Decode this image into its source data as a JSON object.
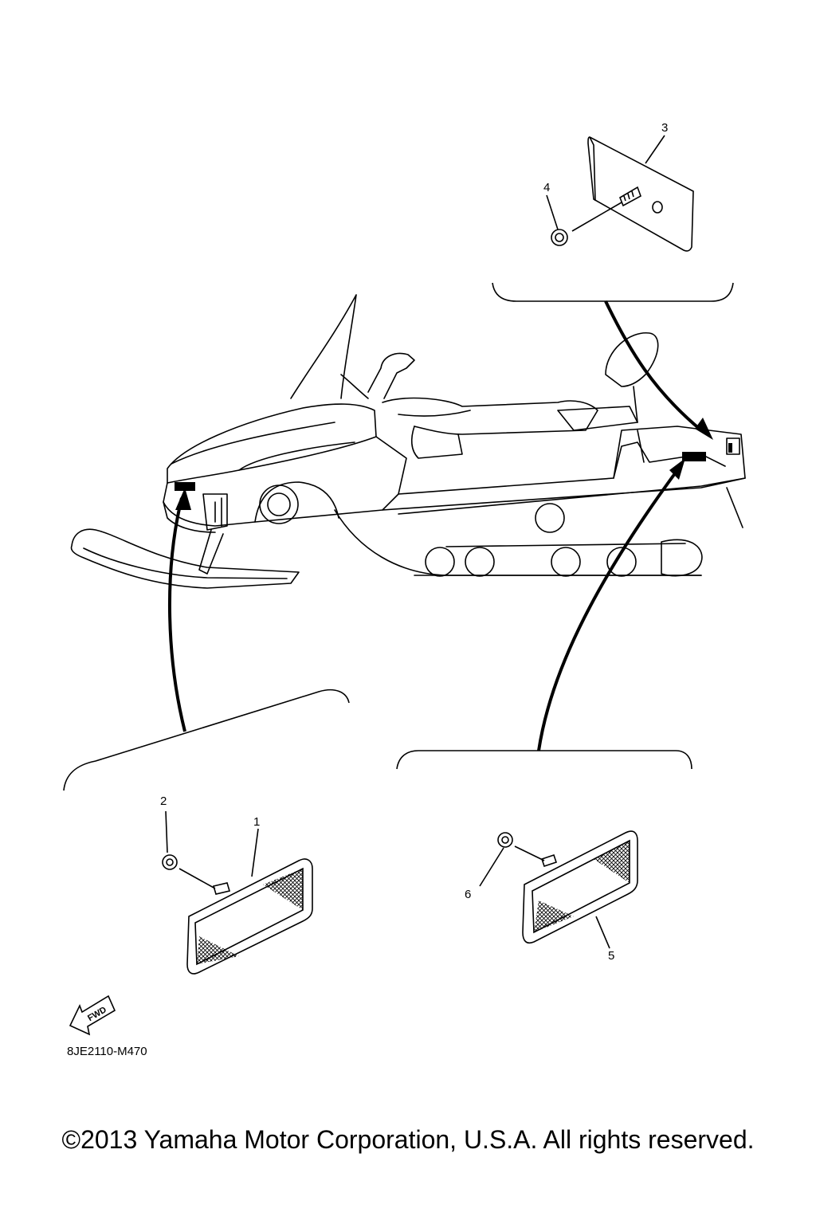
{
  "diagram": {
    "callouts": [
      {
        "id": "1",
        "label": "1"
      },
      {
        "id": "2",
        "label": "2"
      },
      {
        "id": "3",
        "label": "3"
      },
      {
        "id": "4",
        "label": "4"
      },
      {
        "id": "5",
        "label": "5"
      },
      {
        "id": "6",
        "label": "6"
      }
    ],
    "fwd_label": "FWD",
    "part_code": "8JE2110-M470"
  },
  "footer": {
    "copyright": "©2013 Yamaha Motor Corporation, U.S.A. All rights reserved."
  }
}
